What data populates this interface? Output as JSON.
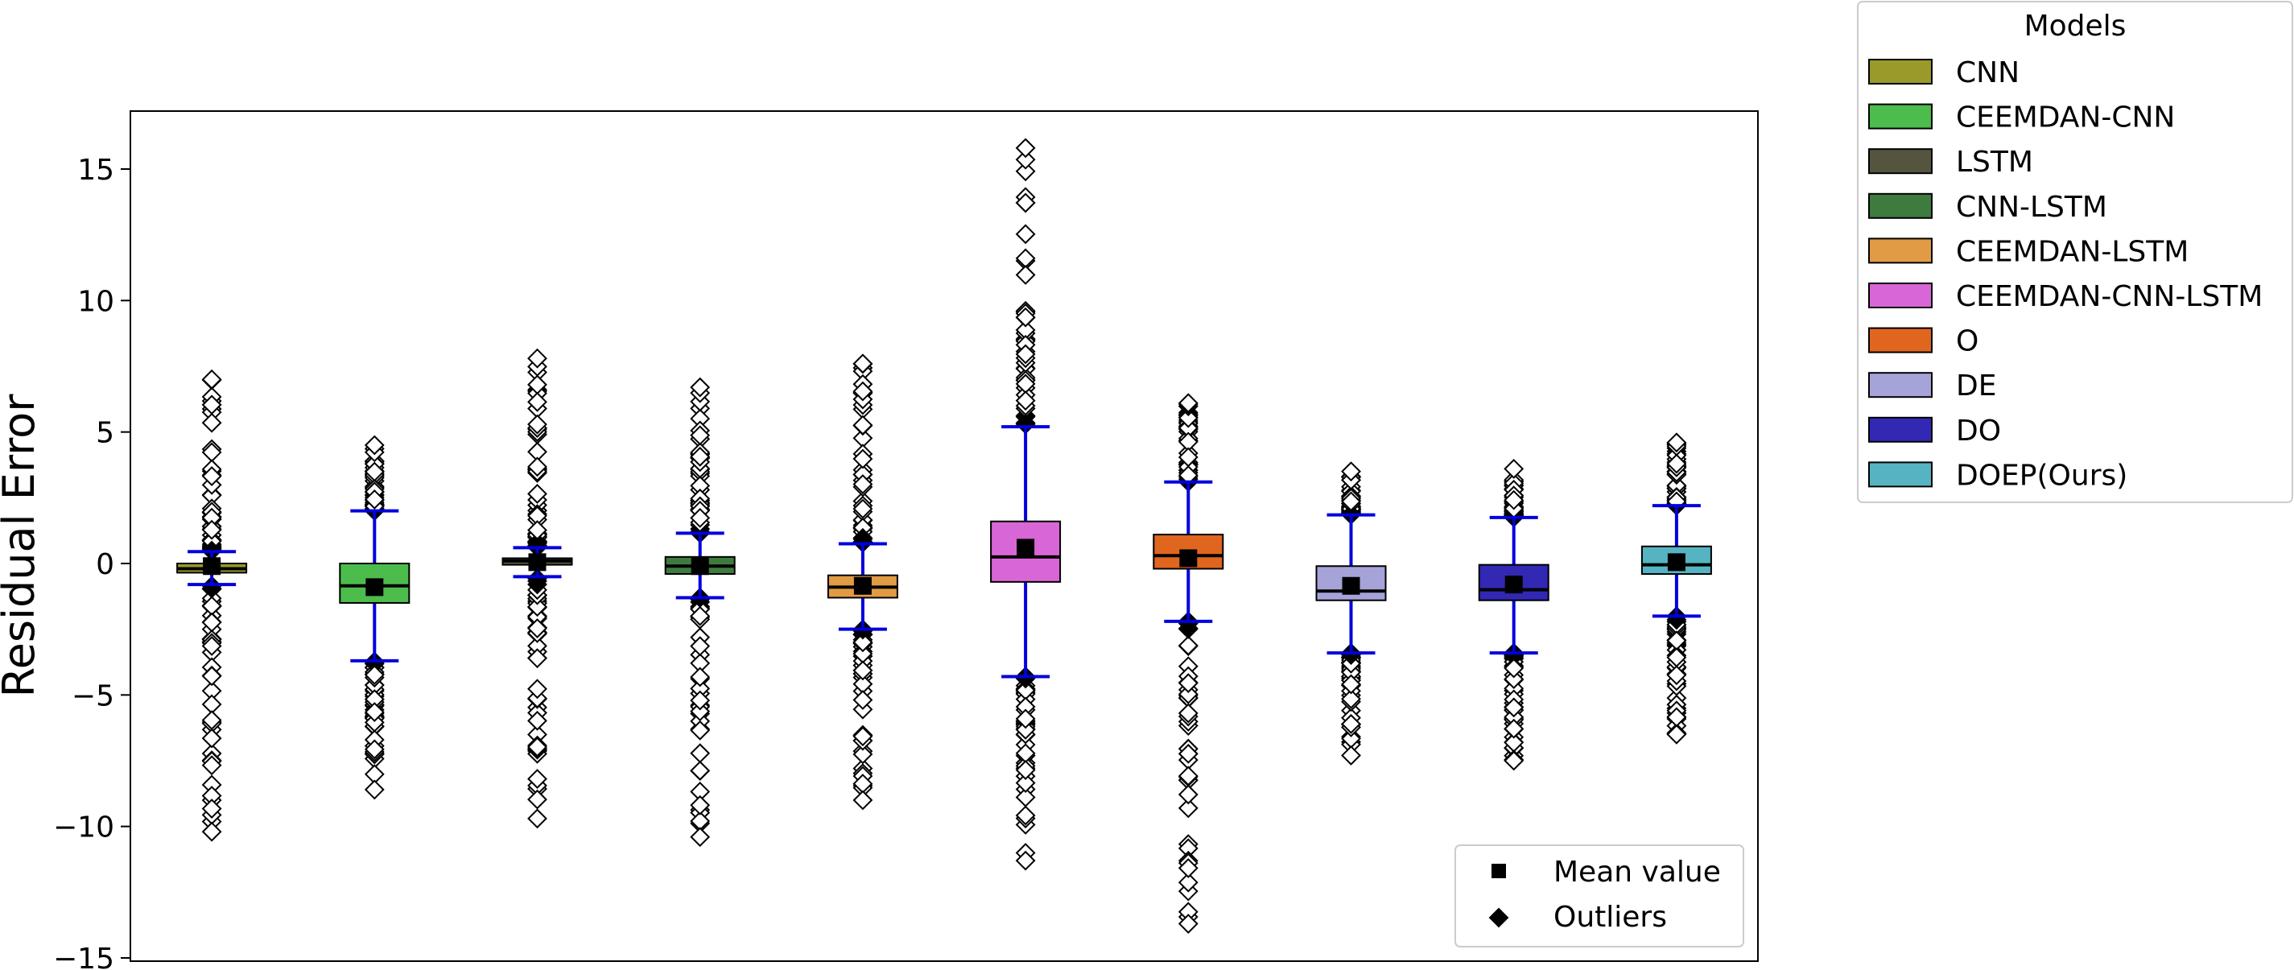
{
  "chart_data": {
    "type": "box",
    "ylabel": "Residual Error",
    "ylim": [
      -15,
      17
    ],
    "yticks": [
      15,
      10,
      5,
      0,
      -5,
      -10,
      -15
    ],
    "ytick_labels": [
      "15",
      "10",
      "5",
      "0",
      "−5",
      "−10",
      "−15"
    ],
    "series": [
      {
        "name": "CNN",
        "color": "#9a9a2a",
        "q1": -0.35,
        "median": -0.2,
        "q3": 0.0,
        "mean": -0.1,
        "whisker_low": -0.8,
        "whisker_high": 0.45,
        "outlier_min": -10.2,
        "outlier_max": 7.0
      },
      {
        "name": "CEEMDAN-CNN",
        "color": "#4cbc4c",
        "q1": -1.5,
        "median": -0.85,
        "q3": 0.0,
        "mean": -0.9,
        "whisker_low": -3.7,
        "whisker_high": 2.0,
        "outlier_min": -8.6,
        "outlier_max": 4.5
      },
      {
        "name": "LSTM",
        "color": "#55553f",
        "q1": -0.05,
        "median": 0.1,
        "q3": 0.2,
        "mean": 0.05,
        "whisker_low": -0.5,
        "whisker_high": 0.6,
        "outlier_min": -9.7,
        "outlier_max": 7.8
      },
      {
        "name": "CNN-LSTM",
        "color": "#3e7b3f",
        "q1": -0.4,
        "median": -0.1,
        "q3": 0.25,
        "mean": -0.1,
        "whisker_low": -1.3,
        "whisker_high": 1.15,
        "outlier_min": -10.4,
        "outlier_max": 6.7
      },
      {
        "name": "CEEMDAN-LSTM",
        "color": "#e19b45",
        "q1": -1.3,
        "median": -0.9,
        "q3": -0.45,
        "mean": -0.85,
        "whisker_low": -2.5,
        "whisker_high": 0.75,
        "outlier_min": -9.0,
        "outlier_max": 7.6
      },
      {
        "name": "CEEMDAN-CNN-LSTM",
        "color": "#d966d6",
        "q1": -0.7,
        "median": 0.25,
        "q3": 1.6,
        "mean": 0.6,
        "whisker_low": -4.3,
        "whisker_high": 5.2,
        "outlier_min": -11.3,
        "outlier_max": 15.8
      },
      {
        "name": "O",
        "color": "#e0661f",
        "q1": -0.2,
        "median": 0.3,
        "q3": 1.1,
        "mean": 0.2,
        "whisker_low": -2.2,
        "whisker_high": 3.1,
        "outlier_min": -13.7,
        "outlier_max": 6.1
      },
      {
        "name": "DE",
        "color": "#a6a3d9",
        "q1": -1.4,
        "median": -1.05,
        "q3": -0.1,
        "mean": -0.85,
        "whisker_low": -3.4,
        "whisker_high": 1.85,
        "outlier_min": -7.3,
        "outlier_max": 3.5
      },
      {
        "name": "DO",
        "color": "#3228b4",
        "q1": -1.4,
        "median": -1.0,
        "q3": -0.05,
        "mean": -0.8,
        "whisker_low": -3.4,
        "whisker_high": 1.75,
        "outlier_min": -7.5,
        "outlier_max": 3.6
      },
      {
        "name": "DOEP(Ours)",
        "color": "#56b4c2",
        "q1": -0.4,
        "median": -0.05,
        "q3": 0.65,
        "mean": 0.05,
        "whisker_low": -2.0,
        "whisker_high": 2.2,
        "outlier_min": -6.5,
        "outlier_max": 4.6
      }
    ],
    "legend": {
      "title": "Models",
      "placement": "outside-top-right"
    },
    "marker_legend": {
      "items": [
        "Mean value",
        "Outliers"
      ],
      "placement": "lower-right"
    },
    "whisker_color": "#0000dd",
    "grid": false
  }
}
